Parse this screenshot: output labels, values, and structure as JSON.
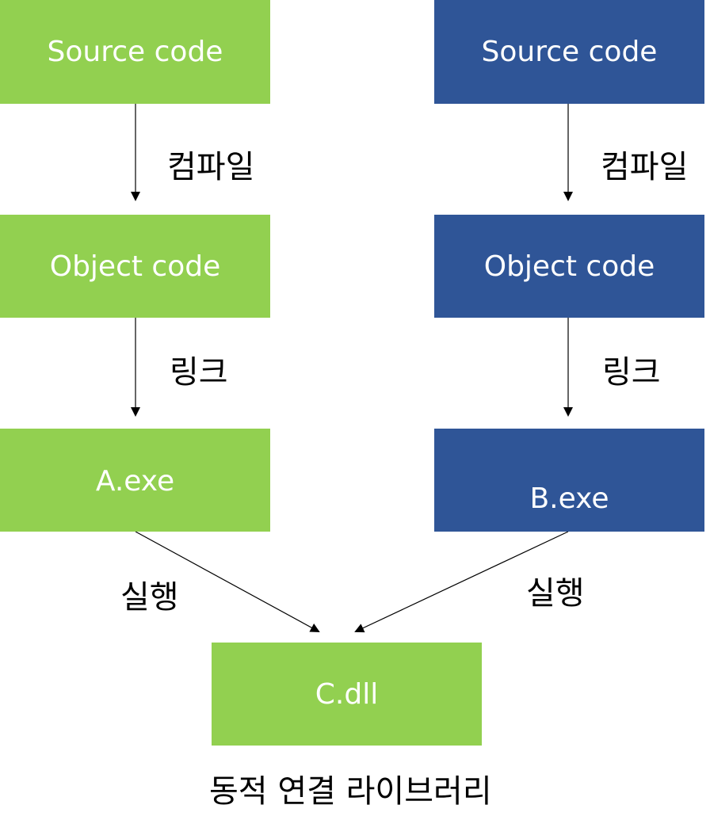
{
  "colors": {
    "green": "#92d050",
    "blue": "#2f5597",
    "arrow": "#000000"
  },
  "left": {
    "source": "Source code",
    "object": "Object code",
    "exe": "A.exe",
    "compile_label": "컴파일",
    "link_label": "링크",
    "run_label": "실행"
  },
  "right": {
    "source": "Source code",
    "object": "Object code",
    "exe": "B.exe",
    "compile_label": "컴파일",
    "link_label": "링크",
    "run_label": "실행"
  },
  "library": {
    "name": "C.dll",
    "caption": "동적 연결 라이브러리"
  }
}
